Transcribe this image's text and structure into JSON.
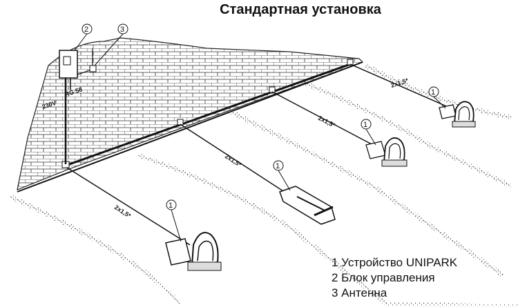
{
  "title": "Стандартная установка",
  "legend": [
    "1 Устройство UNIPARK",
    "2 Блок управления",
    "3 Антенна"
  ],
  "callouts": {
    "device": "1",
    "control_unit": "2",
    "antenna": "3"
  },
  "cable_labels": {
    "cable_1": "2x1,5*",
    "cable_2": "2x1,5*",
    "cable_3": "2x1,5*",
    "cable_4": "2x1,5*"
  },
  "wall_labels": {
    "power": "230V",
    "cable_type": "RG 58"
  }
}
